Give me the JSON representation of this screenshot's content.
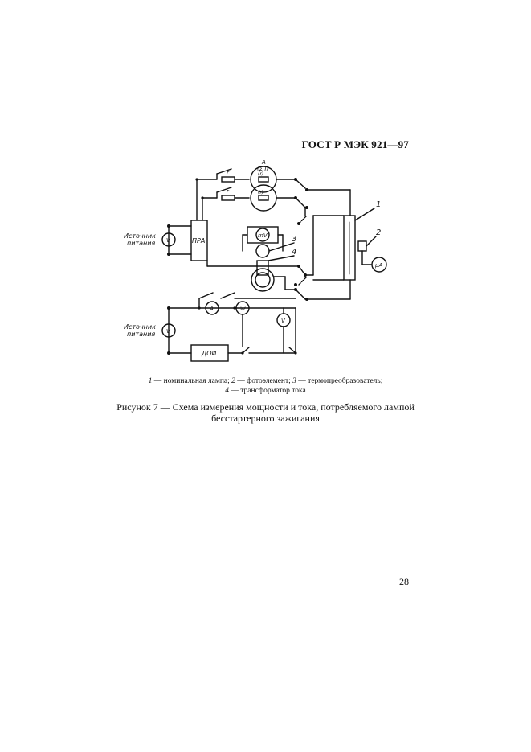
{
  "header": {
    "standard": "ГОСТ Р МЭК 921—97"
  },
  "diagram": {
    "labels": {
      "source_top": [
        "Источник",
        "питания"
      ],
      "source_bottom": [
        "Источник",
        "питания"
      ],
      "ballast": "ПРА",
      "meter_top": "A",
      "meter_top_sub": "(Σ I)",
      "resistor_r1": "r",
      "resistor_r2": "r",
      "inner_r1": "(r)",
      "inner_r2": "(r)",
      "millivoltmeter": "mV",
      "microammeter": "μA",
      "voltmeter": "V",
      "ammeter": "A",
      "wattmeter": "W",
      "doi": "ДОИ",
      "callout_1": "1",
      "callout_2": "2",
      "callout_3": "3",
      "callout_4": "4"
    }
  },
  "legend": {
    "item1_num": "1",
    "item1_text": " — номинальная лампа; ",
    "item2_num": "2",
    "item2_text": " — фотоэлемент; ",
    "item3_num": "3",
    "item3_text": " — термопреобразователь;",
    "item4_num": "4",
    "item4_text": " — трансформатор тока"
  },
  "caption": {
    "line1": "Рисунок 7 — Схема измерения мощности и тока, потребляемого лампой",
    "line2": "бесстартерного зажигания"
  },
  "page_number": "28"
}
